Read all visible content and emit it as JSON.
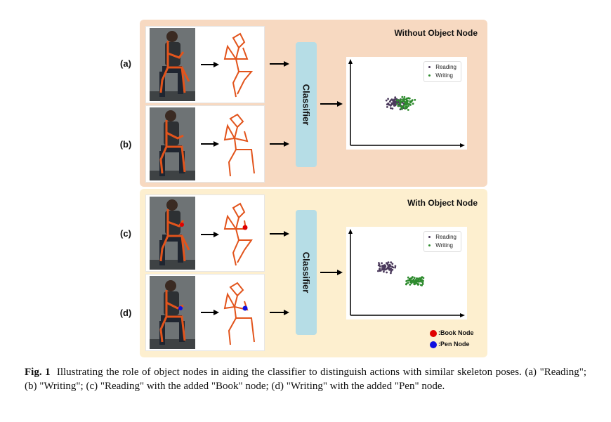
{
  "panels": {
    "top": {
      "title": "Without Object Node"
    },
    "bottom": {
      "title": "With Object Node"
    }
  },
  "rows": [
    {
      "label": "(a)"
    },
    {
      "label": "(b)"
    },
    {
      "label": "(c)"
    },
    {
      "label": "(d)"
    }
  ],
  "classifier_label": "Classifier",
  "legend": {
    "reading": "Reading",
    "writing": "Writing"
  },
  "node_legend": {
    "book": ":Book Node",
    "pen": ":Pen Node"
  },
  "colors": {
    "reading": "#4b3a5c",
    "writing": "#2e8b2e",
    "skeleton": "#e2541c",
    "book_node": "#e00000",
    "pen_node": "#1010e0",
    "top_panel": "#f7d9c1",
    "bottom_panel": "#fdefcf",
    "classifier": "#b6dde6"
  },
  "caption": {
    "fig_label": "Fig. 1",
    "text": "Illustrating the role of object nodes in aiding the classifier to distinguish actions with similar skeleton poses. (a) \"Reading\"; (b) \"Writing\"; (c) \"Reading\" with the added \"Book\" node; (d) \"Writing\" with the added \"Pen\" node."
  }
}
